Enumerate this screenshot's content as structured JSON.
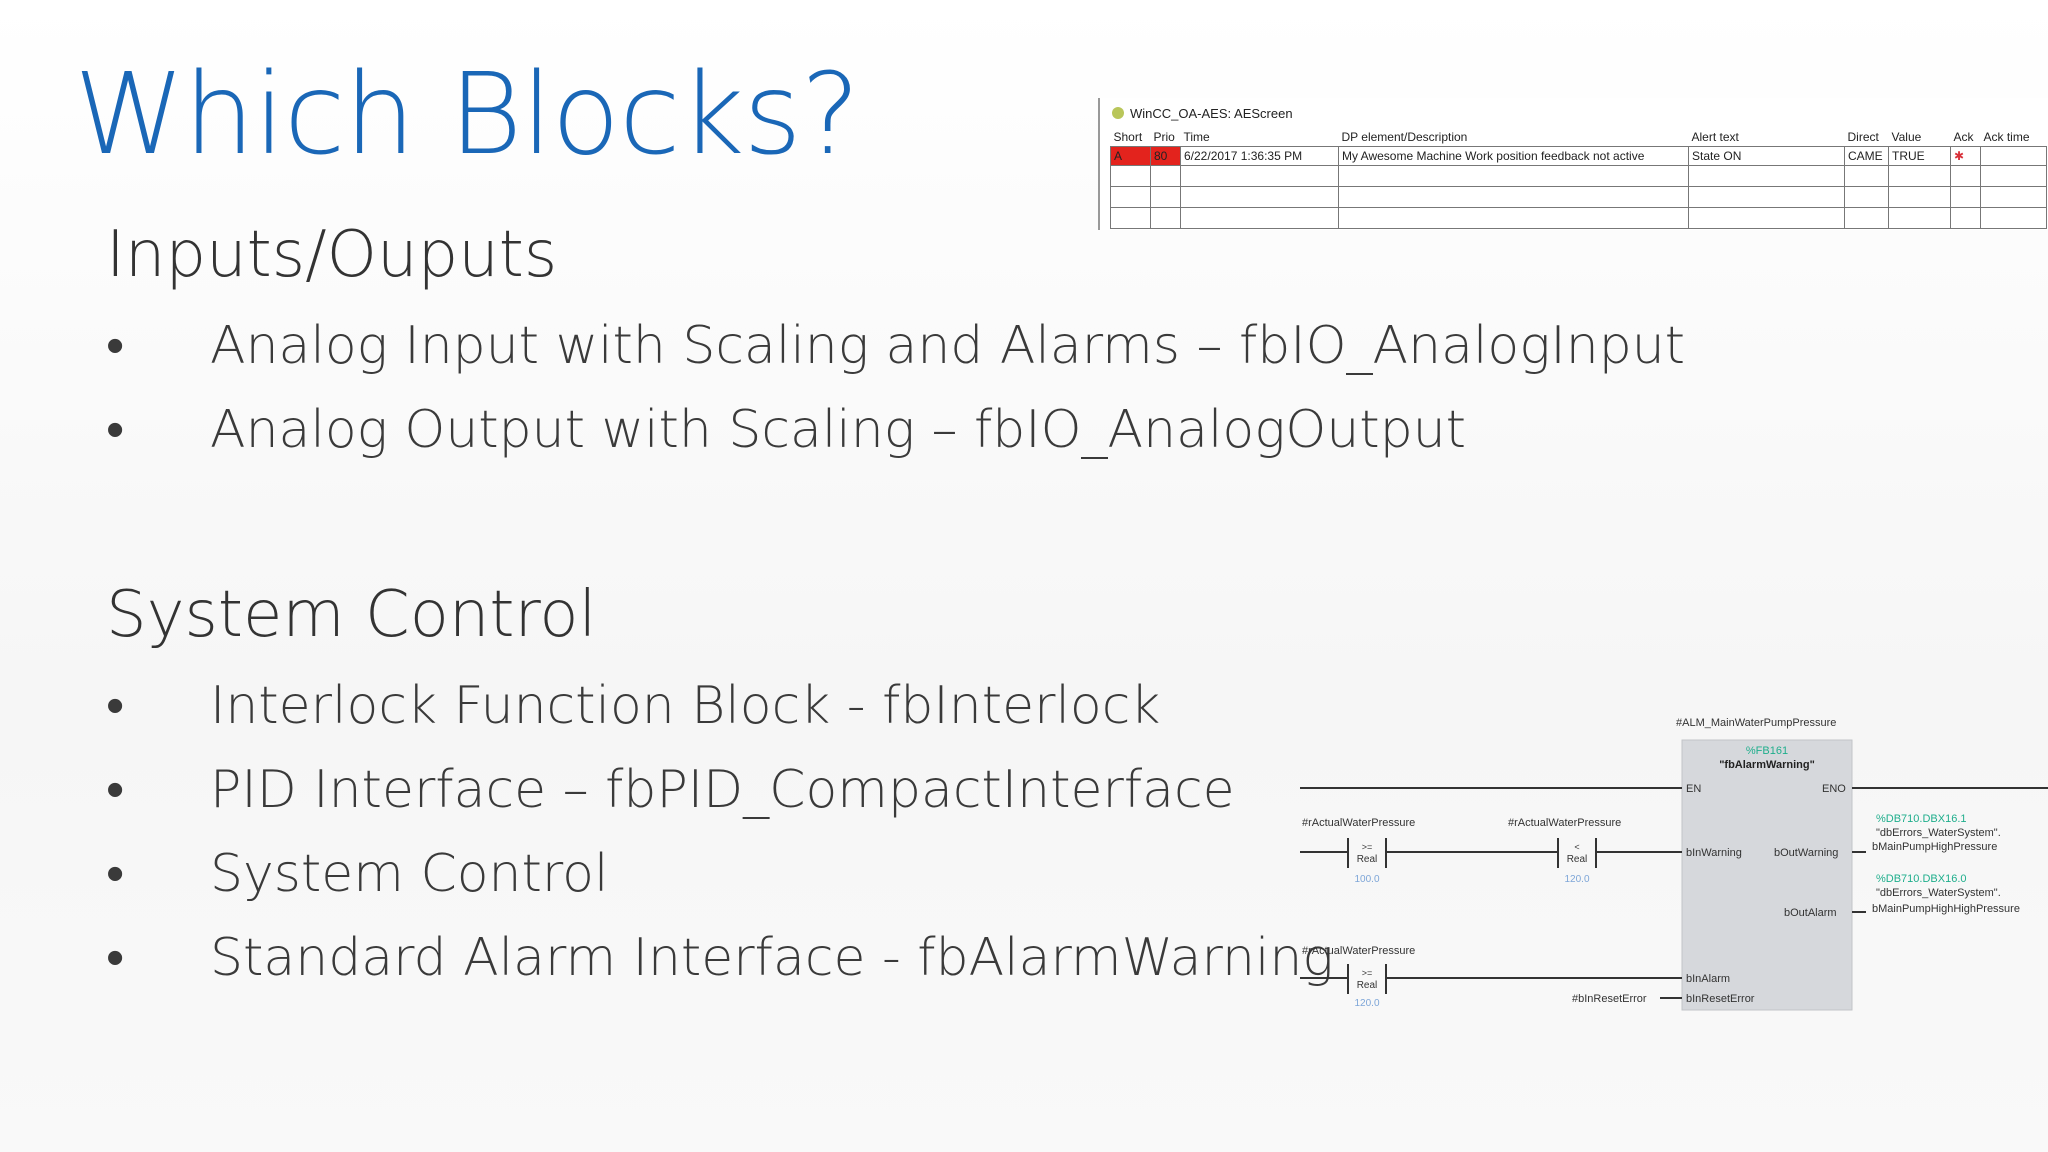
{
  "slide": {
    "title": "Which Blocks?",
    "sections": [
      {
        "heading": "Inputs/Ouputs",
        "bullets": [
          "Analog Input with Scaling and Alarms – fbIO_AnalogInput",
          "Analog Output with Scaling – fbIO_AnalogOutput"
        ]
      },
      {
        "heading": "System Control",
        "bullets": [
          "Interlock Function Block - fbInterlock",
          "PID Interface – fbPID_CompactInterface",
          "System Control",
          "Standard Alarm Interface - fbAlarmWarning"
        ]
      }
    ],
    "bullet_glyph": "•"
  },
  "alarm_screen": {
    "window_title": "WinCC_OA-AES: AEScreen",
    "columns": [
      "Short",
      "Prio",
      "Time",
      "DP element/Description",
      "Alert text",
      "Direct",
      "Value",
      "Ack",
      "Ack time"
    ],
    "row": {
      "short": "A",
      "prio": "80",
      "time": "6/22/2017 1:36:35 PM",
      "description": "My Awesome Machine Work position feedback not active",
      "alert_text": "State ON",
      "direct": "CAME",
      "value": "TRUE",
      "ack": "✱",
      "ack_time": ""
    },
    "colors": {
      "alarm_red": "#e3231d",
      "ack_mark": "#d8313a"
    }
  },
  "ladder": {
    "instance": "#ALM_MainWaterPumpPressure",
    "block_number": "%FB161",
    "block_name": "\"fbAlarmWarning\"",
    "en": "EN",
    "eno": "ENO",
    "contact1": {
      "tag": "#rActualWaterPressure",
      "op": ">=",
      "type": "Real",
      "value": "100.0"
    },
    "contact2": {
      "tag": "#rActualWaterPressure",
      "op": "<",
      "type": "Real",
      "value": "120.0"
    },
    "contact3": {
      "tag": "#rActualWaterPressure",
      "op": ">=",
      "type": "Real",
      "value": "120.0"
    },
    "in_warning": "bInWarning",
    "in_alarm": "bInAlarm",
    "in_reset": "bInResetError",
    "reset_tag": "#bInResetError",
    "out_warning": "bOutWarning",
    "out_alarm": "bOutAlarm",
    "out1_addr": "%DB710.DBX16.1",
    "out1_db": "\"dbErrors_WaterSystem\".",
    "out1_tag": "bMainPumpHighPressure",
    "out2_addr": "%DB710.DBX16.0",
    "out2_db": "\"dbErrors_WaterSystem\".",
    "out2_tag": "bMainPumpHighHighPressure",
    "colors": {
      "addr_green": "#1fae8c",
      "value_blue": "#7ea6d8",
      "block_fill": "#d6d8dc"
    }
  }
}
